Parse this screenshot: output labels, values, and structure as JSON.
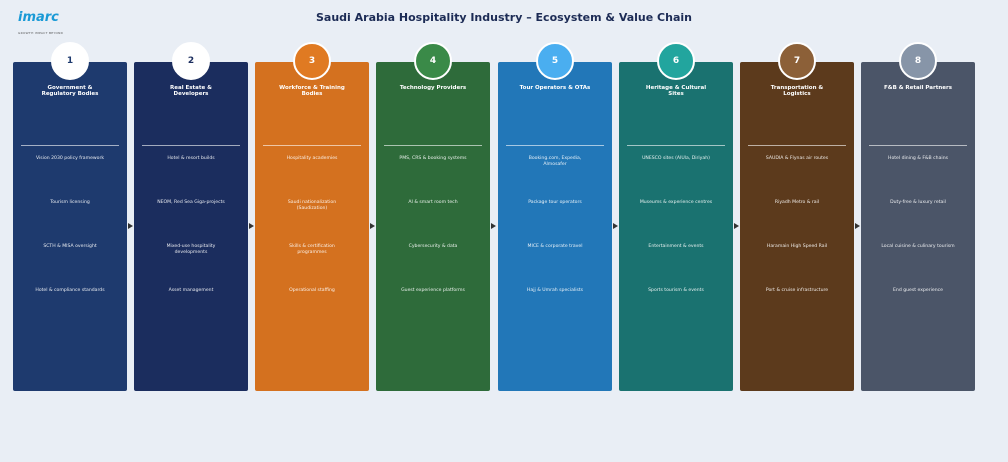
{
  "header": {
    "logo": "imarc",
    "tagline": "GROWTH IMPACT BEYOND",
    "title": "Saudi Arabia Hospitality Industry – Ecosystem & Value Chain"
  },
  "columns": [
    {
      "number": "1",
      "title": "Government & Regulatory Bodies",
      "color": "#1e3a6e",
      "circle": "#ffffff",
      "numColor": "#1e3a6e",
      "items": [
        "Vision 2030 policy framework",
        "Tourism licensing",
        "SCTH & MISA oversight",
        "Hotel & compliance standards"
      ]
    },
    {
      "number": "2",
      "title": "Real Estate & Developers",
      "color": "#1b2d5e",
      "circle": "#ffffff",
      "numColor": "#1b2d5e",
      "items": [
        "Hotel & resort builds",
        "NEOM, Red Sea Giga-projects",
        "Mixed-use hospitality developments",
        "Asset management"
      ]
    },
    {
      "number": "3",
      "title": "Workforce & Training Bodies",
      "color": "#d4711f",
      "circle": "#e07a22",
      "numColor": "#ffffff",
      "items": [
        "Hospitality academies",
        "Saudi nationalization (Saudization)",
        "Skills & certification programmes",
        "Operational staffing"
      ]
    },
    {
      "number": "4",
      "title": "Technology Providers",
      "color": "#2e6b3a",
      "circle": "#3a8a48",
      "numColor": "#ffffff",
      "items": [
        "PMS, CRS & booking systems",
        "AI & smart room tech",
        "Cybersecurity & data",
        "Guest experience platforms"
      ]
    },
    {
      "number": "5",
      "title": "Tour Operators & OTAs",
      "color": "#2277b8",
      "circle": "#4aaef0",
      "numColor": "#ffffff",
      "items": [
        "Booking.com, Expedia, Almosafer",
        "Package tour operators",
        "MICE & corporate travel",
        "Hajj & Umrah specialists"
      ]
    },
    {
      "number": "6",
      "title": "Heritage & Cultural Sites",
      "color": "#1a7270",
      "circle": "#22a59e",
      "numColor": "#ffffff",
      "items": [
        "UNESCO sites (AlUla, Diriyah)",
        "Museums & experience centres",
        "Entertainment & events",
        "Sports tourism & events"
      ]
    },
    {
      "number": "7",
      "title": "Transportation & Logistics",
      "color": "#5c3a1c",
      "circle": "#8c6038",
      "numColor": "#ffffff",
      "items": [
        "SAUDIA & Flynas air routes",
        "Riyadh Metro & rail",
        "Haramain High Speed Rail",
        "Port & cruise infrastructure"
      ]
    },
    {
      "number": "8",
      "title": "F&B & Retail Partners",
      "color": "#4b5568",
      "circle": "#8795a8",
      "numColor": "#ffffff",
      "items": [
        "Hotel dining & F&B chains",
        "Duty-free & luxury retail",
        "Local cuisine & culinary tourism",
        "End guest experience"
      ]
    }
  ]
}
